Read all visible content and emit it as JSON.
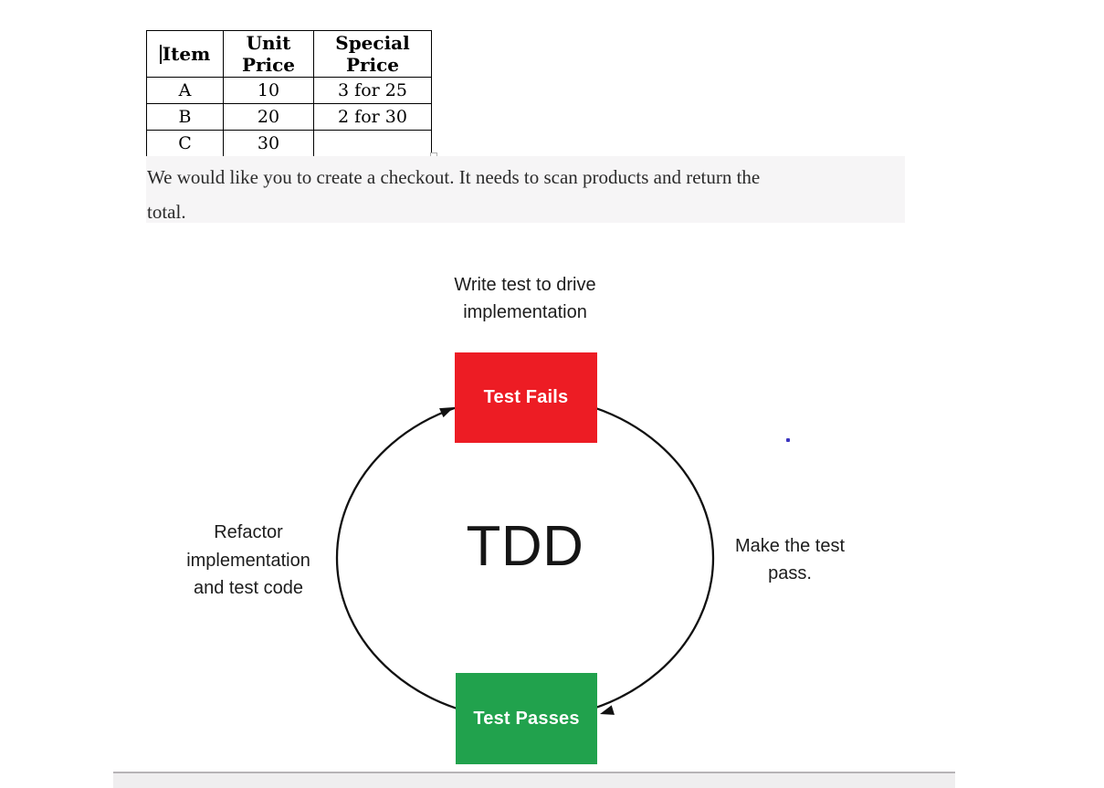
{
  "document": {
    "pricing_table": {
      "headers": [
        "Item",
        "Unit\nPrice",
        "Special\nPrice"
      ],
      "rows": [
        {
          "item": "A",
          "unit_price": "10",
          "special_price": "3 for 25"
        },
        {
          "item": "B",
          "unit_price": "20",
          "special_price": "2 for 30"
        },
        {
          "item": "C",
          "unit_price": "30",
          "special_price": ""
        }
      ]
    },
    "brief_text": "We would like you to create a checkout. It needs to scan products and return the\ntotal."
  },
  "tdd_diagram": {
    "top_label": "Write test to drive\nimplementation",
    "center_label": "TDD",
    "fail_box_label": "Test Fails",
    "pass_box_label": "Test Passes",
    "left_label": "Refactor\nimplementation\nand test code",
    "right_label": "Make the test\npass.",
    "colors": {
      "fail_box": "#ed1c24",
      "pass_box": "#21a24d",
      "arrow": "#111111"
    }
  }
}
